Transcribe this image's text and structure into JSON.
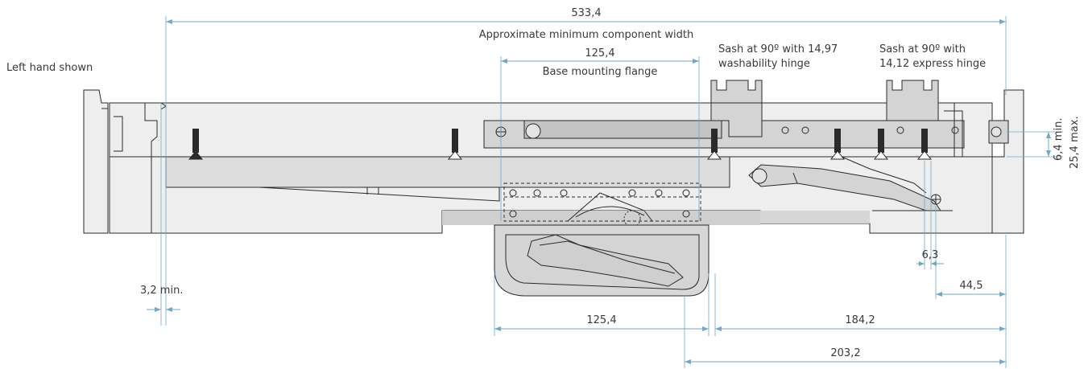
{
  "note_left_hand": "Left hand shown",
  "dimensions": {
    "overall_width": "533,4",
    "overall_width_caption": "Approximate minimum component width",
    "flange_width": "125,4",
    "flange_caption": "Base mounting flange",
    "handle_width": "125,4",
    "right_offset": "184,2",
    "bottom_offset": "203,2",
    "hinge_offset": "44,5",
    "small_offset": "6,3",
    "left_clearance": "3,2 min.",
    "vertical_min": "6,4 min.",
    "vertical_max": "25,4 max."
  },
  "notes": {
    "washability_line1": "Sash at 90º with 14,97",
    "washability_line2": "washability hinge",
    "express_line1": "Sash at 90º with",
    "express_line2": "14,12 express hinge"
  }
}
